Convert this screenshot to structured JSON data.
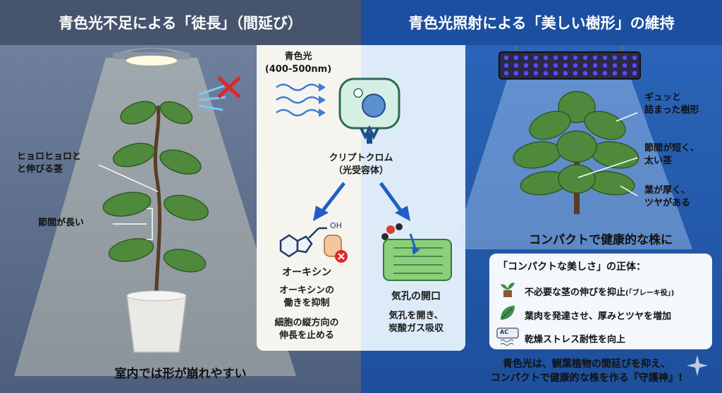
{
  "header": {
    "left_title": "青色光不足による「徒長」（間延び）",
    "right_title": "青色光照射による「美しい樹形」の維持"
  },
  "left_panel": {
    "label_stem": "ヒョロヒョロと\nと伸びる茎",
    "label_node": "節間が長い",
    "caption": "室内では形が崩れやすい"
  },
  "center": {
    "light_label": "青色光\n(400-500nm)",
    "receptor_label": "クリプトクロム\n（光受容体）",
    "auxin_molecule_label": "OH",
    "auxin_name": "オーキシン",
    "auxin_effect_1": "オーキシンの\n働きを抑制",
    "auxin_effect_2": "細胞の縦方向の\n伸長を止める",
    "stoma_name": "気孔の開口",
    "stoma_effect": "気孔を開き、\n炭酸ガス吸収"
  },
  "right_panel": {
    "label_shape": "ギュッと\n詰まった樹形",
    "label_node": "節間が短く、\n太い茎",
    "label_leaf": "葉が厚く、\nツヤがある",
    "caption": "コンパクトで健康的な株に",
    "summary_title": "「コンパクトな美しさ」の正体：",
    "features": [
      {
        "text": "不必要な茎の伸びを抑止",
        "note": "(「ブレーキ役」)"
      },
      {
        "text": "葉肉を発達させ、厚みとツヤを増加",
        "note": ""
      },
      {
        "text": "乾燥ストレス耐性を向上",
        "note": ""
      }
    ],
    "ac_label": "AC",
    "footer": "青色光は、観葉植物の間延びを抑え、\nコンパクトで健康的な株を作る『守護神』!"
  },
  "colors": {
    "left_header": "#46546e",
    "right_header": "#1c4fa0",
    "leaf": "#4f8a3c",
    "arrow_blue": "#1f5fc4",
    "led": "#5b4cff"
  }
}
